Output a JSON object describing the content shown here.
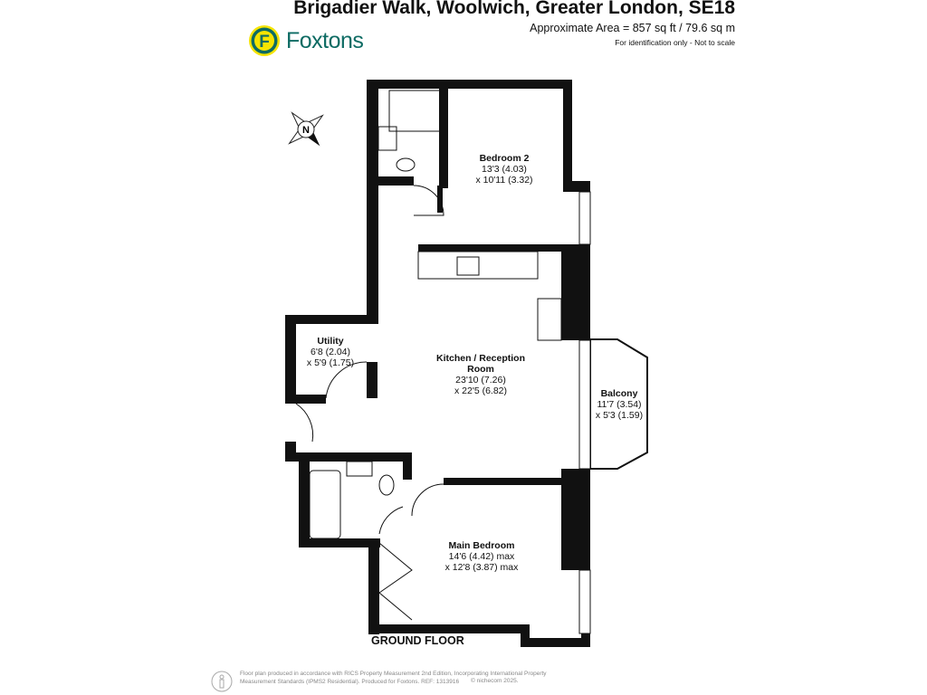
{
  "header": {
    "title": "Brigadier Walk, Woolwich, Greater London, SE18",
    "area": "Approximate Area = 857 sq ft / 79.6 sq m",
    "note": "For identification only - Not to scale"
  },
  "logo": {
    "text": "Foxtons",
    "letter": "F",
    "colors": {
      "ring": "#0d6b63",
      "fill": "#f5e400"
    }
  },
  "compass": {
    "label": "N"
  },
  "rooms": [
    {
      "name": "Bedroom 2",
      "dim1": "13'3 (4.03)",
      "dim2": "x 10'11 (3.32)"
    },
    {
      "name": "Utility",
      "dim1": "6'8 (2.04)",
      "dim2": "x 5'9 (1.75)"
    },
    {
      "name": "Kitchen / Reception Room",
      "dim1": "23'10 (7.26)",
      "dim2": "x 22'5 (6.82)"
    },
    {
      "name": "Balcony",
      "dim1": "11'7 (3.54)",
      "dim2": "x 5'3 (1.59)"
    },
    {
      "name": "Main Bedroom",
      "dim1": "14'6 (4.42) max",
      "dim2": "x 12'8 (3.87) max"
    }
  ],
  "floor_label": "GROUND FLOOR",
  "footer": {
    "text": "Floor plan produced in accordance with RICS Property Measurement 2nd Edition, Incorporating International Property Measurement Standards (IPMS2 Residential). Produced for Foxtons.   REF: 1313916",
    "copyright": "© nichecom 2025."
  }
}
